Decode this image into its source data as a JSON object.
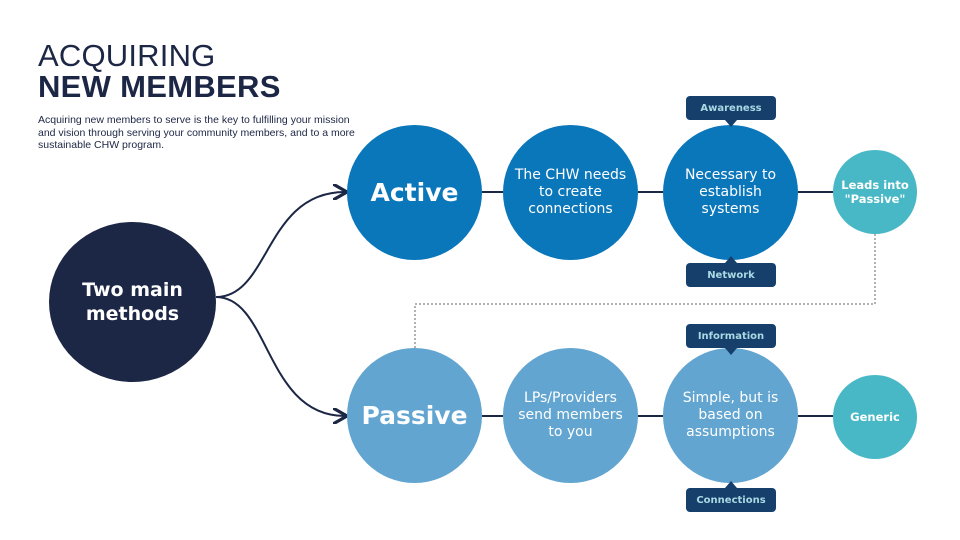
{
  "header": {
    "title_line1": "ACQUIRING",
    "title_line2": "NEW MEMBERS",
    "description": "Acquiring new members to serve is the key to fulfilling your mission and vision through serving your community members, and to a more sustainable CHW program."
  },
  "colors": {
    "navy": "#1c2645",
    "active_blue": "#0b77bb",
    "passive_blue": "#62a5d1",
    "teal": "#49b8c6",
    "tag_bg": "#173f6b",
    "tag_text": "#a9d9e3"
  },
  "root": {
    "label": "Two main methods"
  },
  "branches": [
    {
      "label": "Active",
      "steps": [
        "The CHW needs to create connections",
        "Necessary to establish systems"
      ],
      "tags": {
        "top": "Awareness",
        "bottom": "Network"
      },
      "outcome": "Leads into \"Passive\""
    },
    {
      "label": "Passive",
      "steps": [
        "LPs/Providers send members to you",
        "Simple, but is based on assumptions"
      ],
      "tags": {
        "top": "Information",
        "bottom": "Connections"
      },
      "outcome": "Generic"
    }
  ]
}
